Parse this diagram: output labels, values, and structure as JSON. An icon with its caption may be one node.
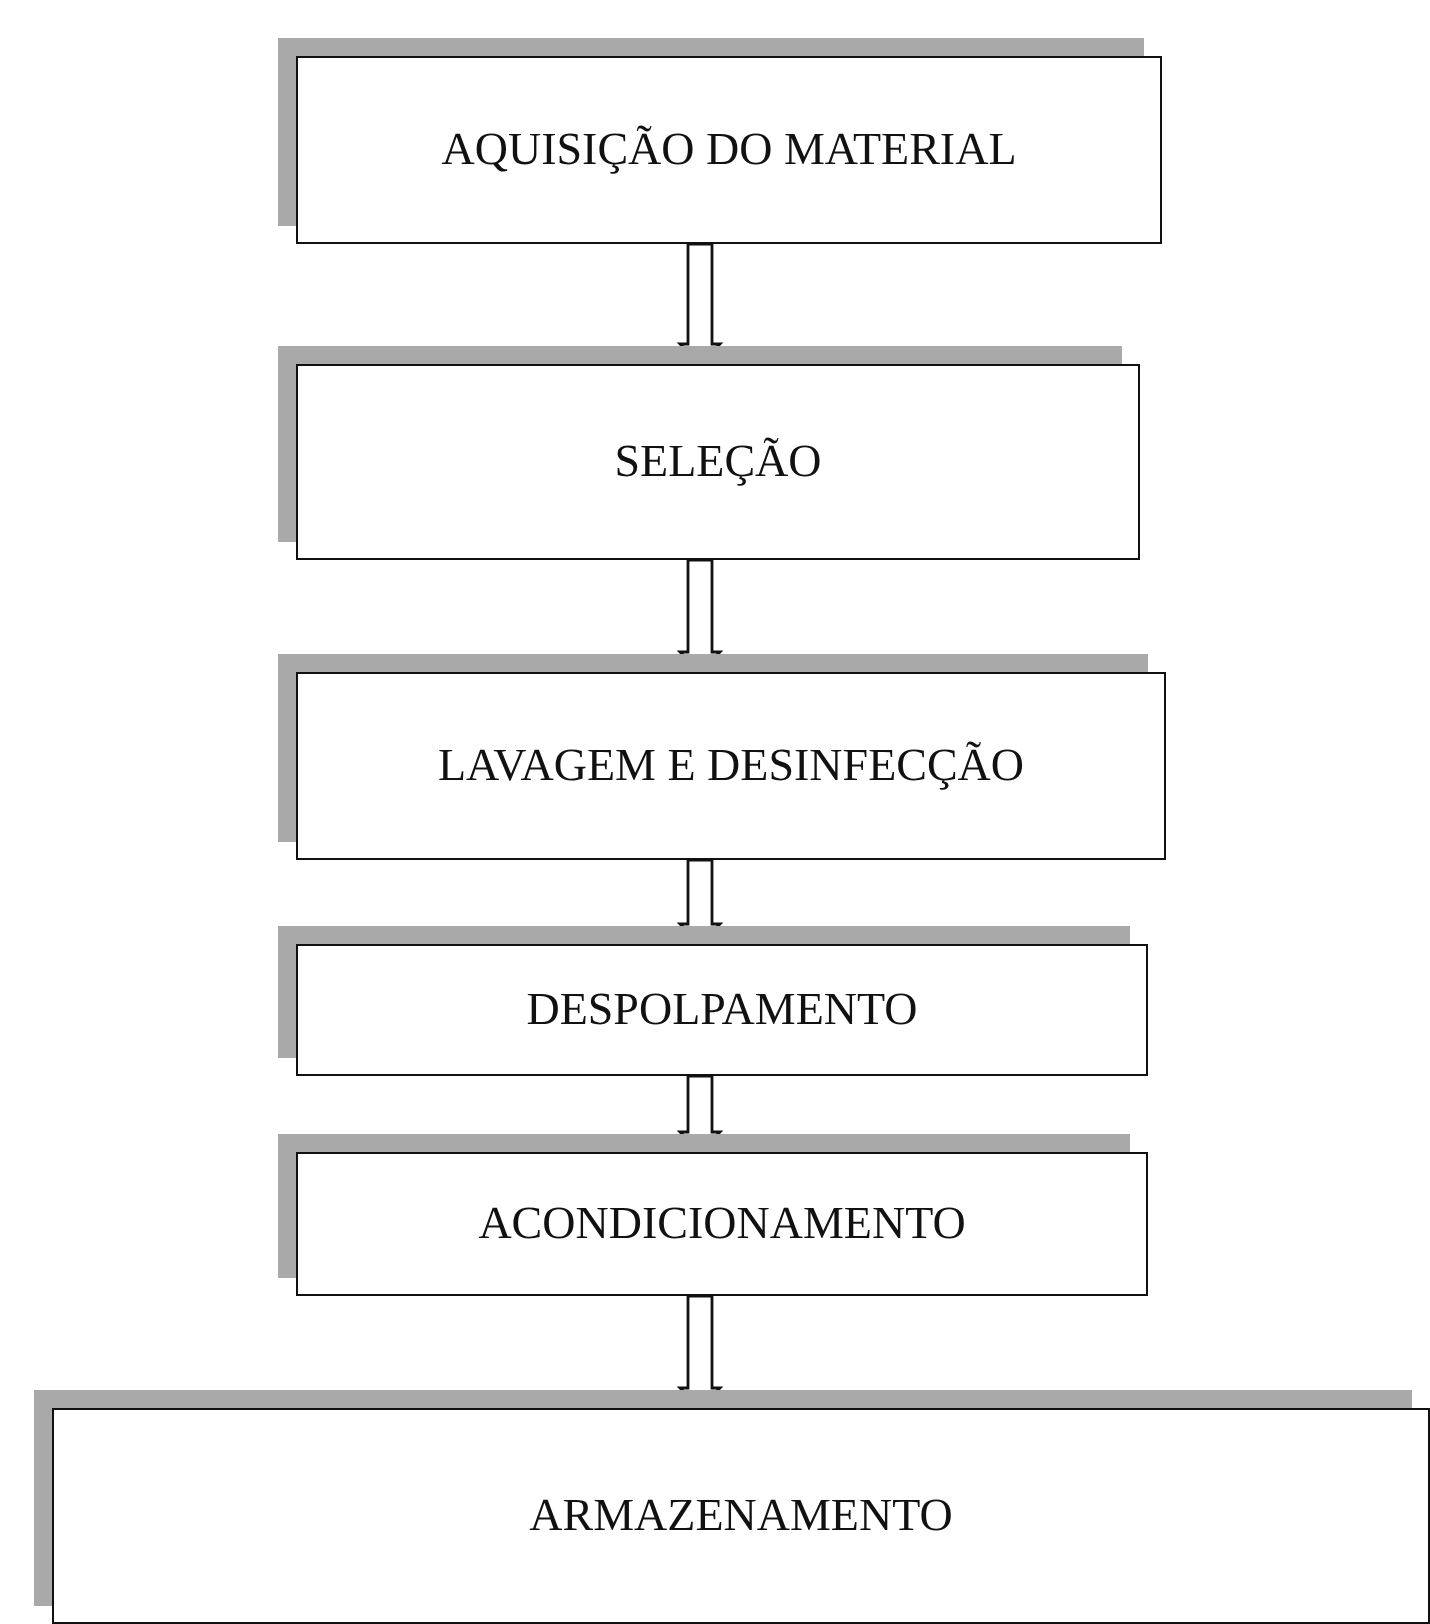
{
  "diagram": {
    "nodes": [
      {
        "text": [
          "AQUISIÇÃO DO MATERIAL"
        ]
      },
      {
        "text": [
          "SELEÇÃO"
        ]
      },
      {
        "text": [
          "LAVAGEM E DESINFECÇÃO"
        ]
      },
      {
        "text": [
          "DESPOLPAMENTO"
        ]
      },
      {
        "text": [
          "ACONDICIONAMENTO"
        ]
      },
      {
        "text": [
          "ARMAZENAMENTO"
        ]
      }
    ],
    "edges": [
      {
        "from": 0,
        "to": 1,
        "arrow": "to"
      },
      {
        "from": 1,
        "to": 2,
        "arrow": "to"
      },
      {
        "from": 2,
        "to": 3,
        "arrow": "to"
      },
      {
        "from": 3,
        "to": 4,
        "arrow": "to"
      },
      {
        "from": 4,
        "to": 5,
        "arrow": "to"
      }
    ]
  }
}
